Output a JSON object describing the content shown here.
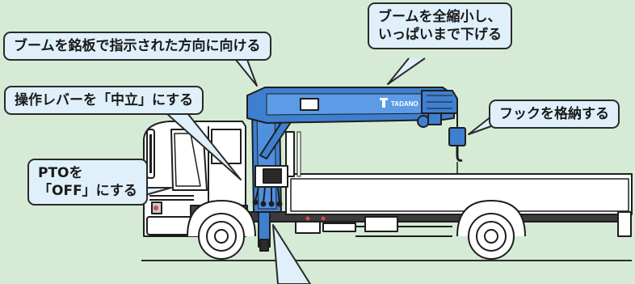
{
  "callouts": {
    "boom_direction": "ブームを銘板で指示された方向に向ける",
    "lever_neutral": "操作レバーを「中立」にする",
    "pto_line1": "PTOを",
    "pto_line2": "「OFF」にする",
    "hook_stow": "フックを格納する",
    "boom_retract_line1": "ブームを全縮小し、",
    "boom_retract_line2": "いっぱいまで下げる"
  },
  "crane_brand": "TADANO",
  "colors": {
    "background": "#d6ebd5",
    "callout_fill": "#dff0fb",
    "crane_blue": "#3f7fd0",
    "truck_white": "#ffffff",
    "outline": "#1e1e1e"
  }
}
